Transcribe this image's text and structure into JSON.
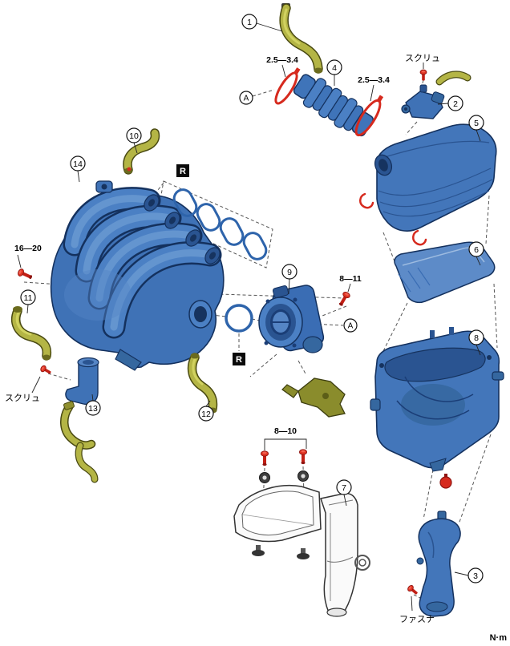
{
  "unit_label": "N·m",
  "callouts": [
    "1",
    "2",
    "3",
    "4",
    "5",
    "6",
    "7",
    "8",
    "9",
    "10",
    "11",
    "12",
    "13",
    "14"
  ],
  "torque_labels": [
    "2.5—3.4",
    "2.5—3.4",
    "16—20",
    "8—11",
    "8—10"
  ],
  "part_labels": [
    "スクリュ",
    "スクリュ",
    "ファスナ"
  ],
  "markers": {
    "reuse": "R",
    "ref": "A"
  },
  "colors": {
    "part_blue": "#4376ba",
    "part_blue_dark": "#2a5491",
    "part_blue_light": "#6b9bd2",
    "hose_olive": "#b4b545",
    "fastener_red": "#d62a1e",
    "outline_navy": "#14315e"
  }
}
